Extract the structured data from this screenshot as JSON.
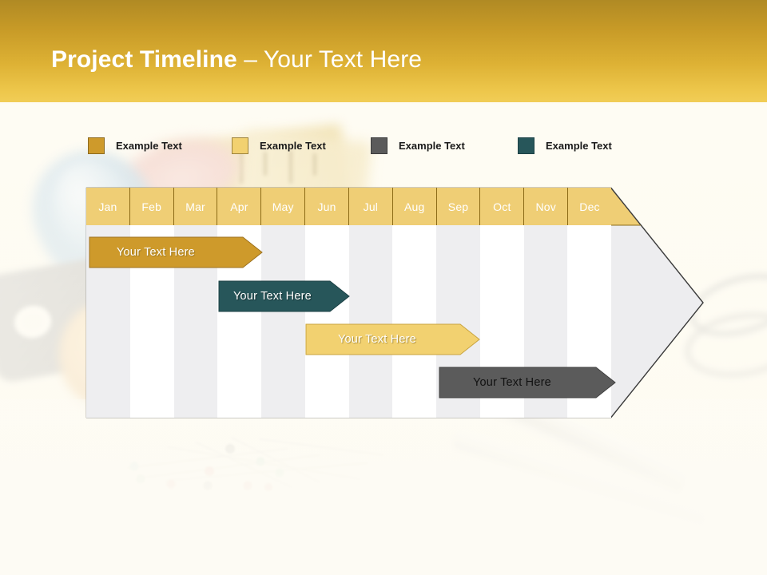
{
  "slide": {
    "background_color": "#FDFBF4",
    "header": {
      "title_strong": "Project Timeline",
      "title_light": " – Your Text Here",
      "gradient_from": "#B08A24",
      "gradient_to": "#F1CD56",
      "title_color": "#FFFFFF"
    }
  },
  "legend": {
    "items": [
      {
        "label": "Example Text",
        "color": "#CE9A2B",
        "x": 110
      },
      {
        "label": "Example Text",
        "color": "#F2D170",
        "x": 290
      },
      {
        "label": "Example Text",
        "color": "#5B5B5B",
        "x": 464
      },
      {
        "label": "Example Text",
        "color": "#27565A",
        "x": 648
      }
    ]
  },
  "chart_data": {
    "type": "bar",
    "subtype": "gantt-timeline",
    "title": "Project Timeline – Your Text Here",
    "xlabel": "",
    "ylabel": "",
    "categories": [
      "Jan",
      "Feb",
      "Mar",
      "Apr",
      "May",
      "Jun",
      "Jul",
      "Aug",
      "Sep",
      "Oct",
      "Nov",
      "Dec"
    ],
    "grid": true,
    "legend_position": "top",
    "axis_header_color": "#EFCE75",
    "axis_header_text_color": "#FFFFFF",
    "column_colors": [
      "#FFFFFF",
      "#EEEEF0"
    ],
    "series": [
      {
        "name": "Example Text",
        "label": "Your  Text Here",
        "color": "#CE9A2B",
        "text_color": "#FFFFFF",
        "start_month": "Jan",
        "end_month": "Apr",
        "start": 0,
        "end": 4.0,
        "row": 0
      },
      {
        "name": "Example Text",
        "label": "Your  Text Here",
        "color": "#27565A",
        "text_color": "#FFFFFF",
        "start_month": "Apr",
        "end_month": "Jul",
        "start": 3.05,
        "end": 6.05,
        "row": 1
      },
      {
        "name": "Example Text",
        "label": "Your  Text Here",
        "color": "#F2D170",
        "text_color": "#FFFFFF",
        "start_month": "Jun",
        "end_month": "Sep",
        "start": 5.05,
        "end": 9.0,
        "row": 2
      },
      {
        "name": "Example Text",
        "label": "Your  Text Here",
        "color": "#5B5B5B",
        "text_color": "#111111",
        "start_month": "Sep",
        "end_month": "Dec",
        "start": 8.1,
        "end": 12.1,
        "row": 3
      }
    ]
  }
}
